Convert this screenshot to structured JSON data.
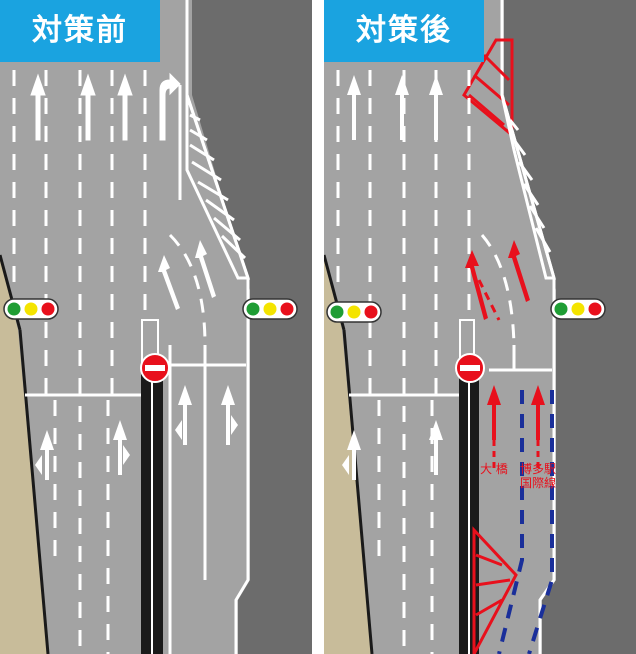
{
  "panels": {
    "before": {
      "title": "対策前"
    },
    "after": {
      "title": "対策後",
      "labels": {
        "left_route": "大 橋",
        "right_route": "博多駅\n国際線"
      }
    }
  },
  "colors": {
    "title_bg": "#1aa3e0",
    "road": "#a3a3a3",
    "shoulder": "#6c6c6c",
    "sidewalk": "#c8bc9a",
    "markings": "#ffffff",
    "new_markings": "#e8101c",
    "guide_lane": "#1a2f9a"
  },
  "icons": [
    "traffic-signal-icon",
    "no-entry-sign-icon"
  ]
}
